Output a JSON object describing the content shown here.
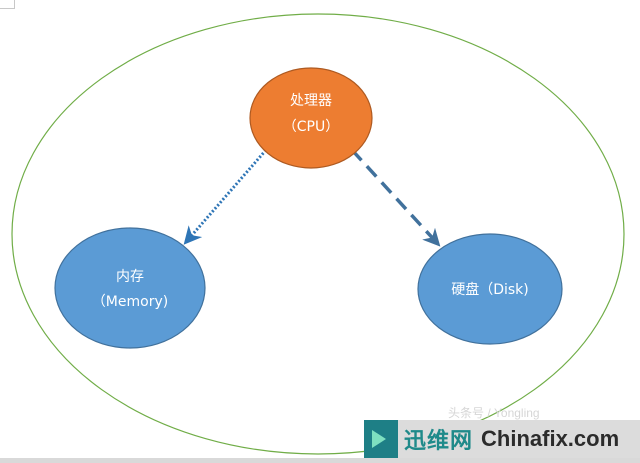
{
  "diagram": {
    "nodes": {
      "cpu": {
        "line1": "处理器",
        "line2": "（CPU）",
        "color": "#ed7d31"
      },
      "memory": {
        "line1": "内存",
        "line2": "（Memory)",
        "color": "#5b9bd5"
      },
      "disk": {
        "line1": "硬盘（Disk)",
        "color": "#5b9bd5"
      }
    },
    "outline_color": "#70ad47",
    "edge_colors": {
      "cpu_to_memory": "#2e75b6",
      "cpu_to_disk": "#41719c"
    }
  },
  "watermark": {
    "brand": "迅维网",
    "site": "Chinafix.com",
    "faint": "头条号 / Yongling"
  }
}
